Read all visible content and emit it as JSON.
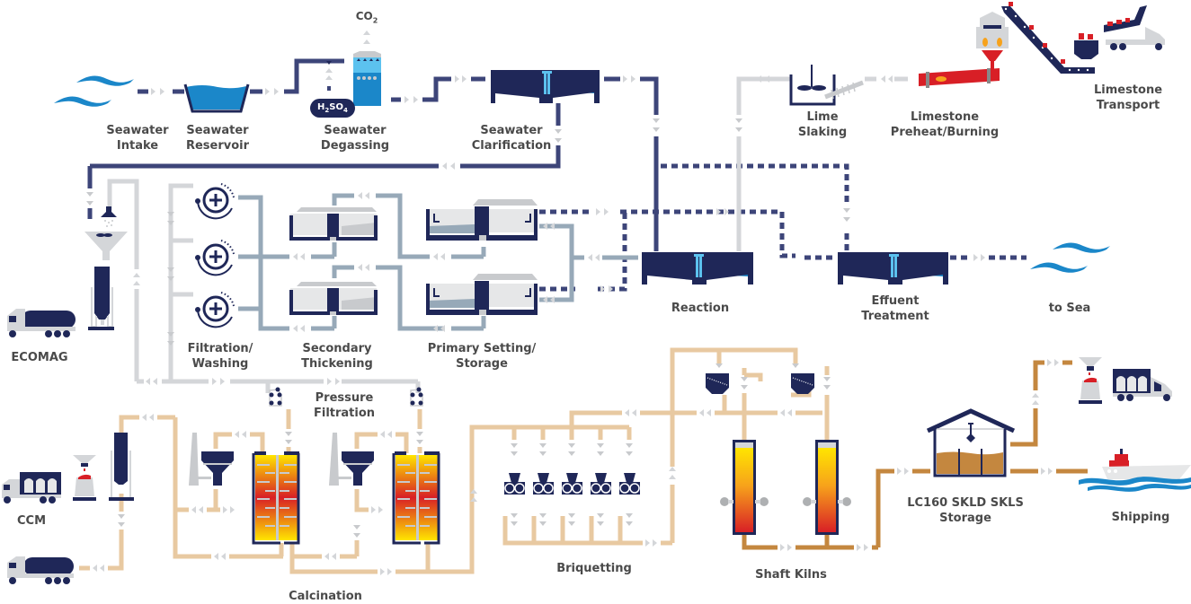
{
  "colors": {
    "navy": "#1f2758",
    "pipe_navy": "#3d4579",
    "pipe_grey": "#d4d6d9",
    "pipe_steel": "#97a9b8",
    "pipe_tan": "#e8c9a1",
    "pipe_brown": "#c4873f",
    "water_blue": "#1b87c9",
    "light_blue": "#5cc2ef",
    "red": "#d81f26",
    "kiln_yellow": "#ffe500",
    "light_grey": "#e6e7e8",
    "label": "#4a4a4a"
  },
  "labels": {
    "co2": {
      "main": "CO",
      "sub": "2"
    },
    "h2so4": {
      "a": "H",
      "s1": "2",
      "b": "SO",
      "s2": "4"
    },
    "seawater_intake": [
      "Seawater",
      "Intake"
    ],
    "seawater_reservoir": [
      "Seawater",
      "Reservoir"
    ],
    "seawater_degassing": [
      "Seawater",
      "Degassing"
    ],
    "seawater_clarification": [
      "Seawater",
      "Clarification"
    ],
    "lime_slaking": [
      "Lime",
      "Slaking"
    ],
    "limestone_preheat": [
      "Limestone",
      "Preheat/Burning"
    ],
    "limestone_transport": [
      "Limestone",
      "Transport"
    ],
    "ecomag": "ECOMAG",
    "filtration_washing": [
      "Filtration/",
      "Washing"
    ],
    "secondary_thickening": [
      "Secondary",
      "Thickening"
    ],
    "primary_setting": [
      "Primary Setting/",
      "Storage"
    ],
    "reaction": "Reaction",
    "effluent_treatment": [
      "Effuent",
      "Treatment"
    ],
    "to_sea": "to Sea",
    "pressure_filtration": [
      "Pressure",
      "Filtration"
    ],
    "ccm": "CCM",
    "calcination": "Calcination",
    "briquetting": "Briquetting",
    "shaft_kilns": "Shaft Kilns",
    "storage": [
      "LC160 SKLD SKLS",
      "Storage"
    ],
    "shipping": "Shipping"
  }
}
